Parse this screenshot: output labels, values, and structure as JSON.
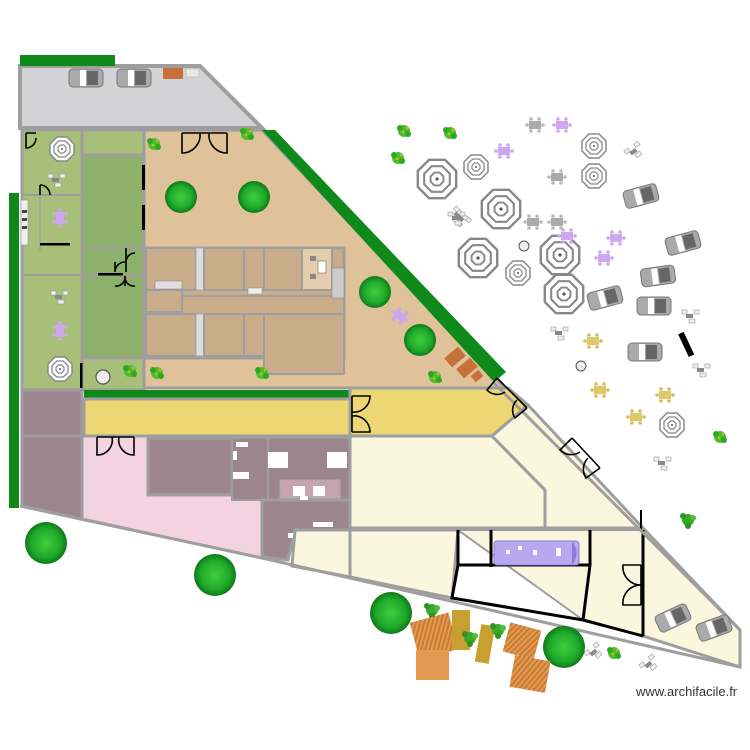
{
  "watermark": "www.archifacile.fr",
  "colors": {
    "wall": "#9e9e9e",
    "parking": "#d3d3d5",
    "garden_light": "#a8bf7a",
    "lawn": "#8db06a",
    "sand": "#dfc29a",
    "hedge": "#0f8a1a",
    "yellow_corridor": "#ecd774",
    "mauve_rooms": "#9d858e",
    "pink_area": "#f3d3e0",
    "cream_rooms": "#fbf6de",
    "bus_purple": "#b7a8f0",
    "deck_orange": "#d98b3f",
    "tile_brick": "#c86f3b"
  },
  "zones": [
    {
      "id": "parking-north",
      "type": "parking"
    },
    {
      "id": "west-garden",
      "type": "garden"
    },
    {
      "id": "central-lawn",
      "type": "lawn"
    },
    {
      "id": "sand-courtyard",
      "type": "courtyard"
    },
    {
      "id": "inner-building",
      "type": "rooms"
    },
    {
      "id": "yellow-corridor",
      "type": "corridor"
    },
    {
      "id": "mauve-block",
      "type": "rooms"
    },
    {
      "id": "pink-hall",
      "type": "hall"
    },
    {
      "id": "cream-wing",
      "type": "rooms"
    },
    {
      "id": "bus-bay",
      "type": "vehicle"
    },
    {
      "id": "east-terrace",
      "type": "outdoor"
    },
    {
      "id": "south-deck",
      "type": "deck"
    }
  ]
}
